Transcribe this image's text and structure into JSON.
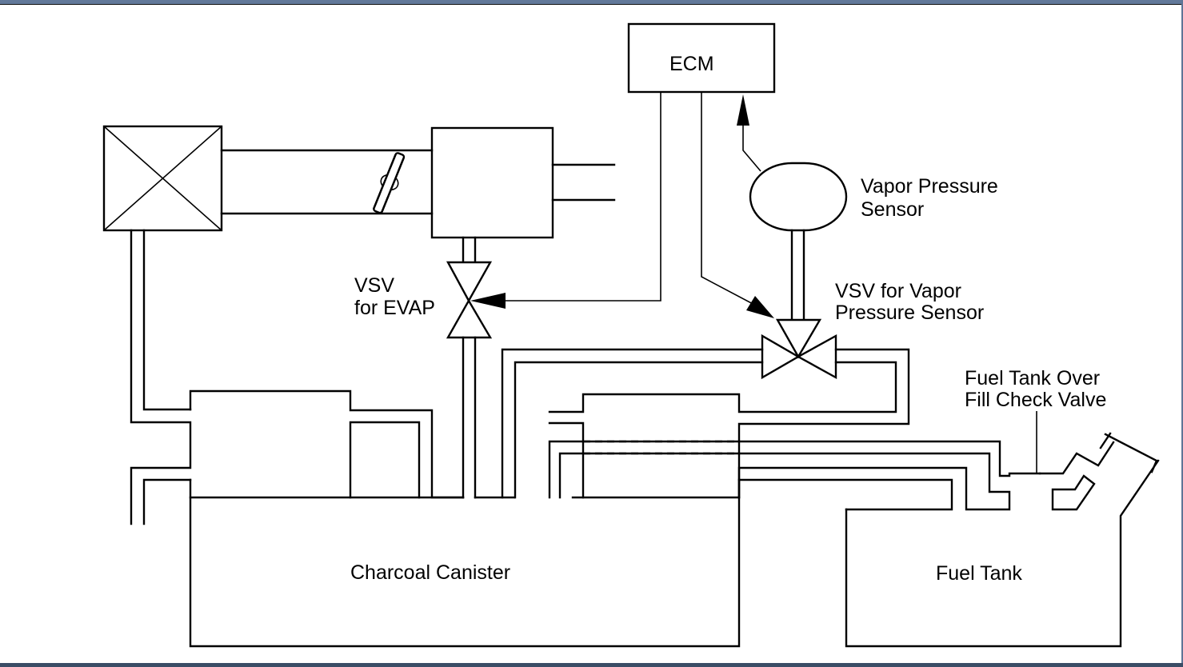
{
  "diagram": {
    "title": "EVAP system schematic",
    "labels": {
      "ecm": "ECM",
      "vapor_pressure_sensor": [
        "Vapor Pressure",
        "Sensor"
      ],
      "vsv_evap": [
        "VSV",
        "for EVAP"
      ],
      "vsv_vapor_pressure_sensor": [
        "VSV for Vapor",
        "Pressure Sensor"
      ],
      "over_fill_check_valve": [
        "Fuel Tank Over",
        "Fill Check Valve"
      ],
      "charcoal_canister": "Charcoal Canister",
      "fuel_tank": "Fuel Tank"
    },
    "components": [
      {
        "id": "air-cleaner",
        "name": "Air Cleaner"
      },
      {
        "id": "throttle-valve",
        "name": "Throttle Valve"
      },
      {
        "id": "intake-chamber",
        "name": "Intake Chamber"
      },
      {
        "id": "ecm",
        "name": "ECM"
      },
      {
        "id": "vapor-pressure-sensor",
        "name": "Vapor Pressure Sensor"
      },
      {
        "id": "vsv-evap",
        "name": "VSV for EVAP"
      },
      {
        "id": "vsv-vapor-pressure-sensor",
        "name": "VSV for Vapor Pressure Sensor"
      },
      {
        "id": "charcoal-canister",
        "name": "Charcoal Canister"
      },
      {
        "id": "fuel-tank-over-fill-check-valve",
        "name": "Fuel Tank Over Fill Check Valve"
      },
      {
        "id": "fuel-tank",
        "name": "Fuel Tank"
      }
    ]
  },
  "colors": {
    "frame_top": "#62799a",
    "frame_bottom": "#3b4d66",
    "line": "#000000",
    "background": "#ffffff"
  }
}
